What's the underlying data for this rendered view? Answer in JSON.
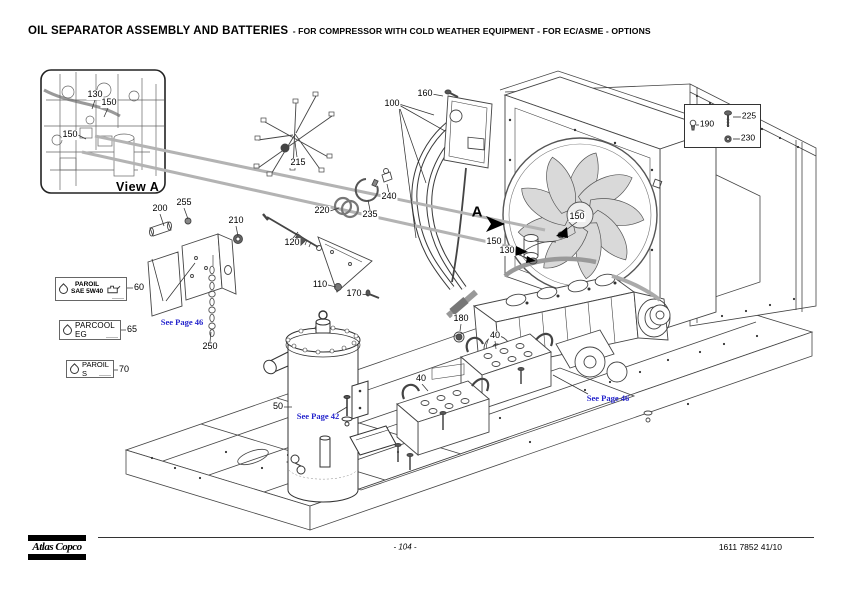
{
  "header": {
    "title": "OIL SEPARATOR ASSEMBLY AND BATTERIES",
    "subtitle": "- FOR COMPRESSOR WITH COLD WEATHER EQUIPMENT - FOR EC/ASME - OPTIONS"
  },
  "inset": {
    "label": "View A",
    "callouts": [
      {
        "label": "130"
      },
      {
        "label": "150"
      },
      {
        "label": "150"
      }
    ]
  },
  "marker": {
    "label": "A"
  },
  "callouts": [
    {
      "label": "200"
    },
    {
      "label": "255"
    },
    {
      "label": "210"
    },
    {
      "label": "215"
    },
    {
      "label": "220"
    },
    {
      "label": "235"
    },
    {
      "label": "240"
    },
    {
      "label": "120"
    },
    {
      "label": "110"
    },
    {
      "label": "170"
    },
    {
      "label": "250"
    },
    {
      "label": "60"
    },
    {
      "label": "65"
    },
    {
      "label": "70"
    },
    {
      "label": "50"
    },
    {
      "label": "100"
    },
    {
      "label": "160"
    },
    {
      "label": "150"
    },
    {
      "label": "130"
    },
    {
      "label": "150"
    },
    {
      "label": "180"
    },
    {
      "label": "40"
    },
    {
      "label": "40"
    },
    {
      "label": "190"
    },
    {
      "label": "225"
    },
    {
      "label": "230"
    }
  ],
  "links": [
    {
      "label": "See Page 46"
    },
    {
      "label": "See Page 42"
    },
    {
      "label": "See Page 46"
    }
  ],
  "oil_labels": [
    {
      "text": "PAROIL",
      "text2": "SAE 5W40"
    },
    {
      "text": "PARCOOL EG"
    },
    {
      "text": "PAROIL S"
    }
  ],
  "footer": {
    "logo": "Atlas Copco",
    "page_number": "- 104 -",
    "doc_number": "1611 7852 41/10"
  }
}
